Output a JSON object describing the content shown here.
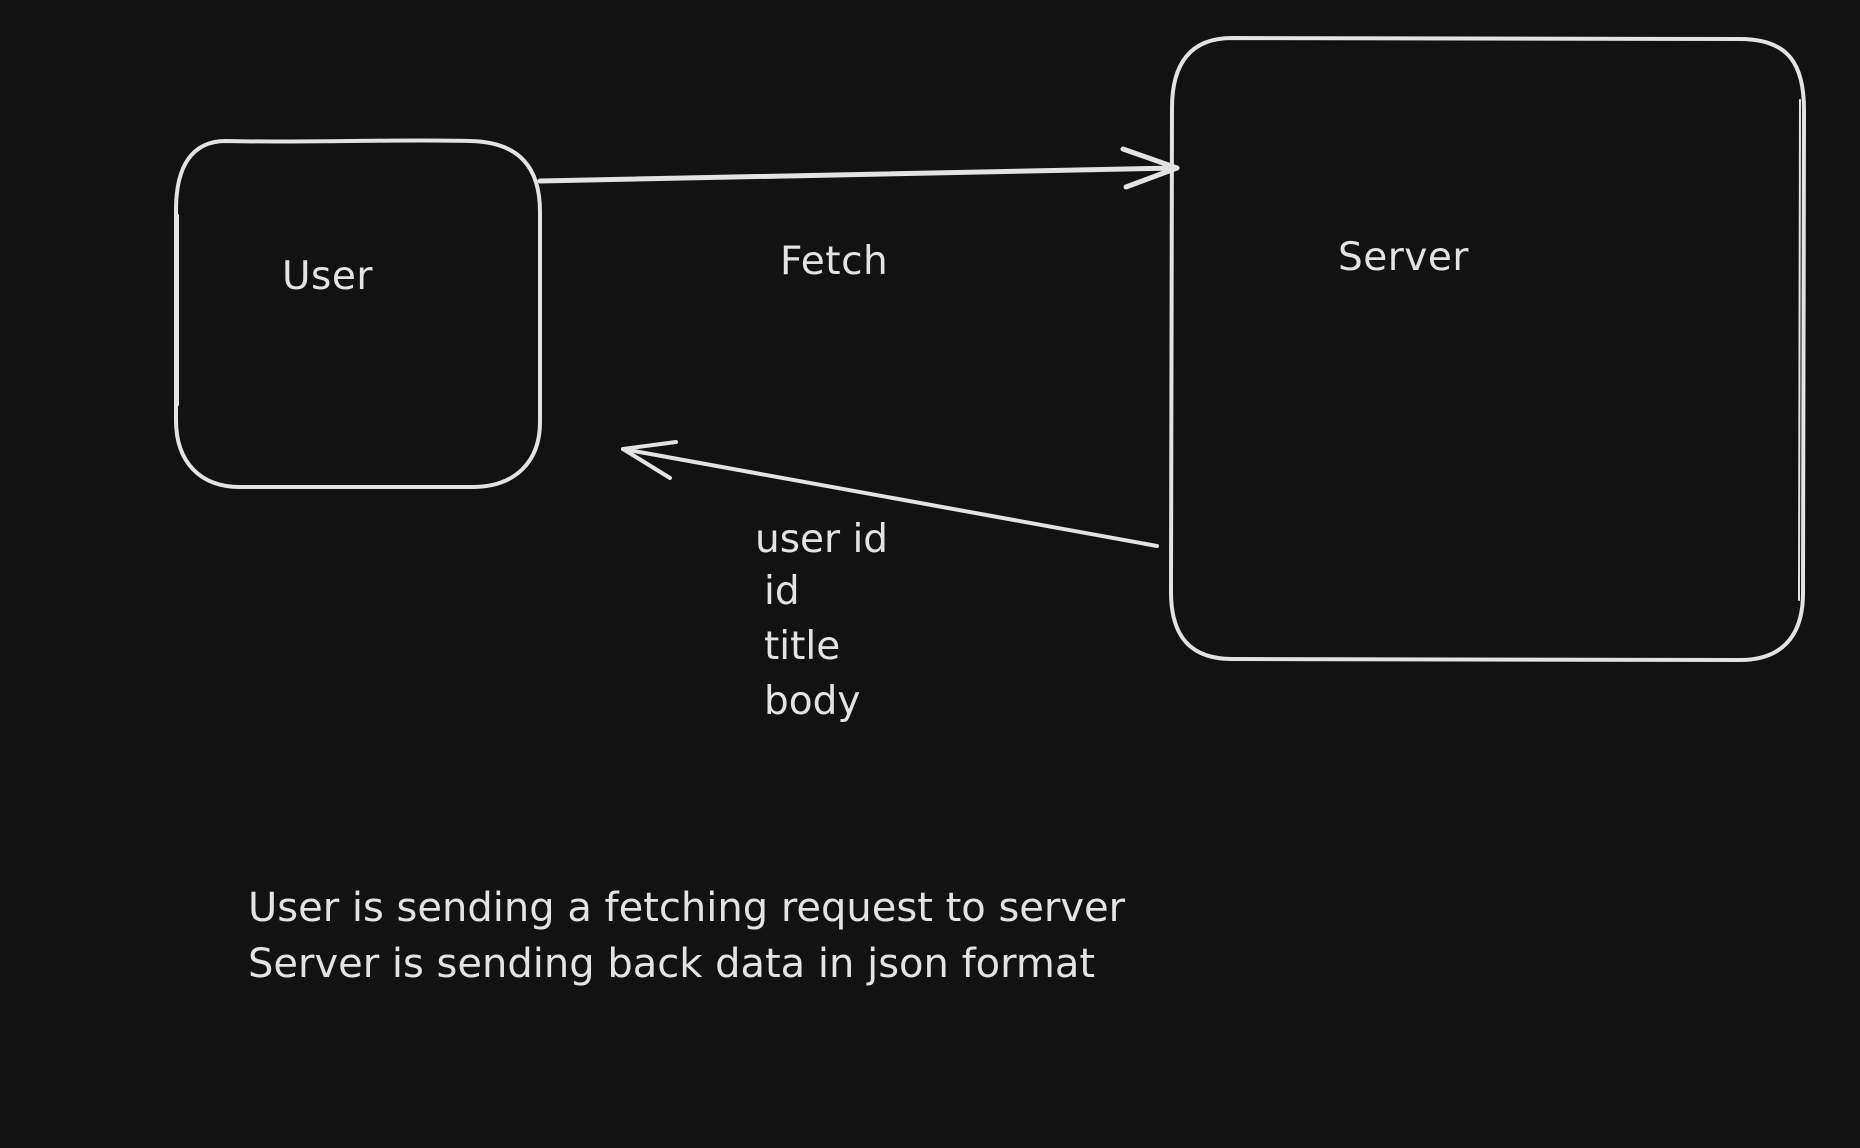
{
  "colors": {
    "background": "#121212",
    "stroke": "#e3e3e3"
  },
  "nodes": {
    "user": {
      "label": "User"
    },
    "server": {
      "label": "Server"
    }
  },
  "edges": {
    "request": {
      "label": "Fetch"
    },
    "response": {
      "fields": [
        "user id",
        "id",
        "title",
        "body"
      ]
    }
  },
  "notes": [
    "User is sending a fetching request to server",
    "Server is sending back data in json format"
  ]
}
